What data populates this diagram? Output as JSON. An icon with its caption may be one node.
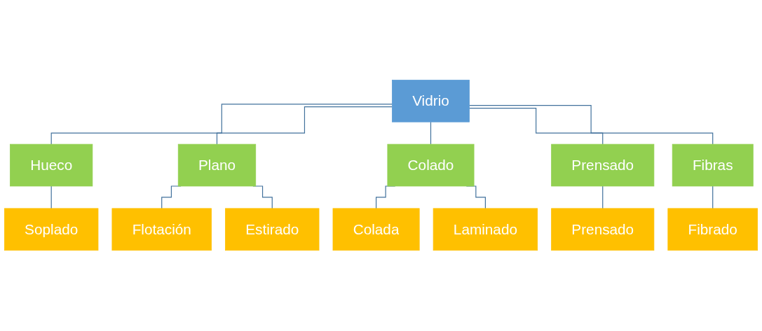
{
  "diagram": {
    "nodes": [
      {
        "text": [
          "Vidrio"
        ]
      },
      {
        "text": [
          "Hueco"
        ]
      },
      {
        "text": [
          "Plano"
        ]
      },
      {
        "text": [
          "Colado"
        ]
      },
      {
        "text": [
          "Prensado"
        ]
      },
      {
        "text": [
          "Fibras"
        ]
      },
      {
        "text": [
          "Soplado"
        ]
      },
      {
        "text": [
          "Flotación"
        ]
      },
      {
        "text": [
          "Estirado"
        ]
      },
      {
        "text": [
          "Colada"
        ]
      },
      {
        "text": [
          "Laminado"
        ]
      },
      {
        "text": [
          "Prensado"
        ]
      },
      {
        "text": [
          "Fibrado"
        ]
      }
    ],
    "edges": [
      {
        "from": 0,
        "to": 1,
        "arrow": "none"
      },
      {
        "from": 0,
        "to": 2,
        "arrow": "none"
      },
      {
        "from": 0,
        "to": 3,
        "arrow": "none"
      },
      {
        "from": 0,
        "to": 4,
        "arrow": "none"
      },
      {
        "from": 0,
        "to": 5,
        "arrow": "none"
      },
      {
        "from": 1,
        "to": 6,
        "arrow": "none"
      },
      {
        "from": 2,
        "to": 7,
        "arrow": "none"
      },
      {
        "from": 2,
        "to": 8,
        "arrow": "none"
      },
      {
        "from": 3,
        "to": 9,
        "arrow": "none"
      },
      {
        "from": 3,
        "to": 10,
        "arrow": "none"
      },
      {
        "from": 4,
        "to": 11,
        "arrow": "none"
      },
      {
        "from": 5,
        "to": 12,
        "arrow": "none"
      }
    ]
  }
}
